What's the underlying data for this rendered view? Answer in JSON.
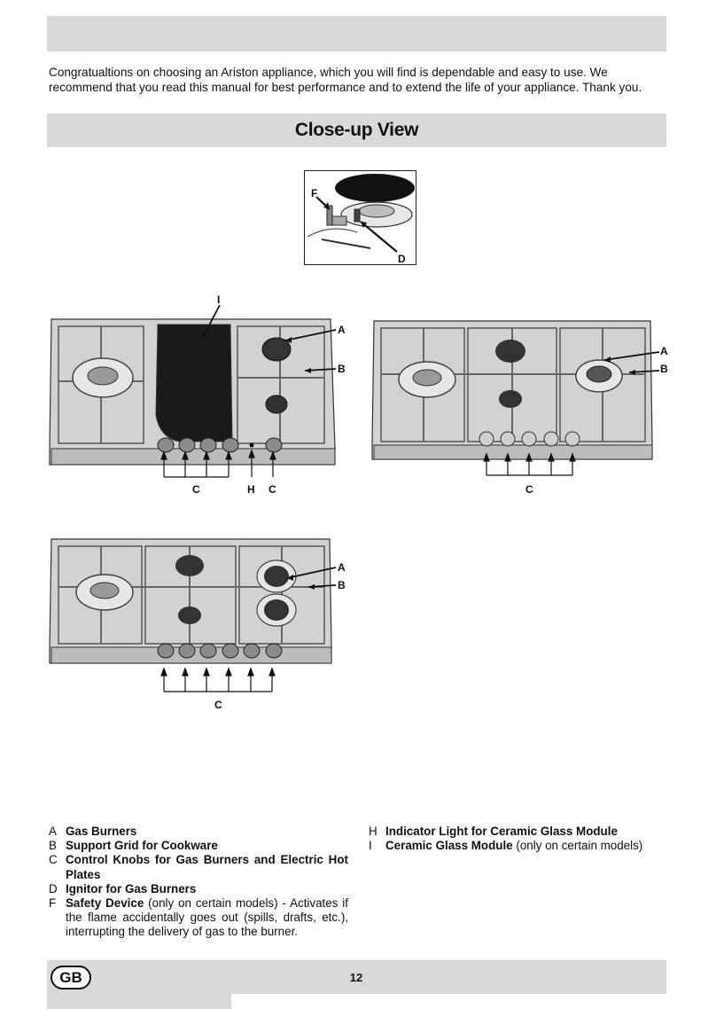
{
  "intro": "Congratualtions on choosing an Ariston appliance, which you will find is dependable and easy to use. We recommend that you read this manual for best performance and to extend the life of your appliance. Thank you.",
  "section_title": "Close-up View",
  "figure_labels": {
    "A": "A",
    "B": "B",
    "C": "C",
    "D": "D",
    "F": "F",
    "H": "H",
    "I": "I"
  },
  "legend_left": [
    {
      "letter": "A",
      "bold": "Gas Burners",
      "rest": ""
    },
    {
      "letter": "B",
      "bold": "Support Grid for Cookware",
      "rest": ""
    },
    {
      "letter": "C",
      "bold": "Control Knobs for Gas Burners and Electric Hot Plates",
      "rest": ""
    },
    {
      "letter": "D",
      "bold": "Ignitor for Gas Burners",
      "rest": ""
    },
    {
      "letter": "F",
      "bold": "Safety Device",
      "rest": "  (only on certain models) - Activates if the flame accidentally goes out (spills, drafts, etc.), interrupting the delivery of gas to the burner."
    }
  ],
  "legend_right": [
    {
      "letter": "H",
      "bold": "Indicator Light for Ceramic Glass Module",
      "rest": ""
    },
    {
      "letter": "I",
      "bold": "Ceramic Glass Module",
      "rest": " (only on certain models)"
    }
  ],
  "footer": {
    "badge": "GB",
    "page_number": "12"
  }
}
